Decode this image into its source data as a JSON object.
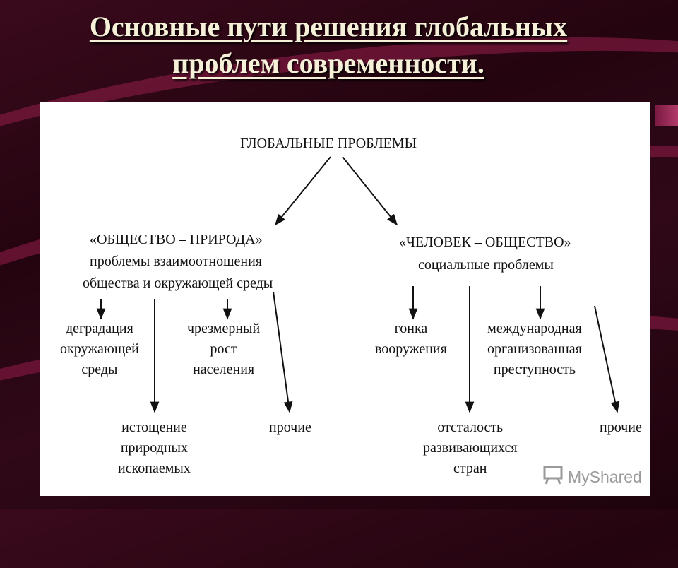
{
  "slide": {
    "title_line1": "Основные пути решения глобальных",
    "title_line2": "проблем современности."
  },
  "diagram": {
    "root": "ГЛОБАЛЬНЫЕ ПРОБЛЕМЫ",
    "left_branch": {
      "title": "«ОБЩЕСТВО – ПРИРОДА»",
      "subtitle_line1": "проблемы взаимоотношения",
      "subtitle_line2": "общества и окружающей среды",
      "items": [
        {
          "lines": [
            "деградация",
            "окружающей",
            "среды"
          ]
        },
        {
          "lines": [
            "истощение",
            "природных",
            "ископаемых"
          ]
        },
        {
          "lines": [
            "чрезмерный",
            "рост",
            "населения"
          ]
        },
        {
          "lines": [
            "прочие"
          ]
        }
      ]
    },
    "right_branch": {
      "title": "«ЧЕЛОВЕК – ОБЩЕСТВО»",
      "subtitle": "социальные проблемы",
      "items": [
        {
          "lines": [
            "гонка",
            "вооружения"
          ]
        },
        {
          "lines": [
            "отсталость",
            "развивающихся",
            "стран"
          ]
        },
        {
          "lines": [
            "международная",
            "организованная",
            "преступность"
          ]
        },
        {
          "lines": [
            "прочие"
          ]
        }
      ]
    }
  },
  "watermark": {
    "text": "MyShared",
    "icon": "projector-icon"
  },
  "colors": {
    "background": "#2a0614",
    "accent": "#96204b",
    "title_text": "#f6f0d8",
    "panel": "#ffffff"
  }
}
